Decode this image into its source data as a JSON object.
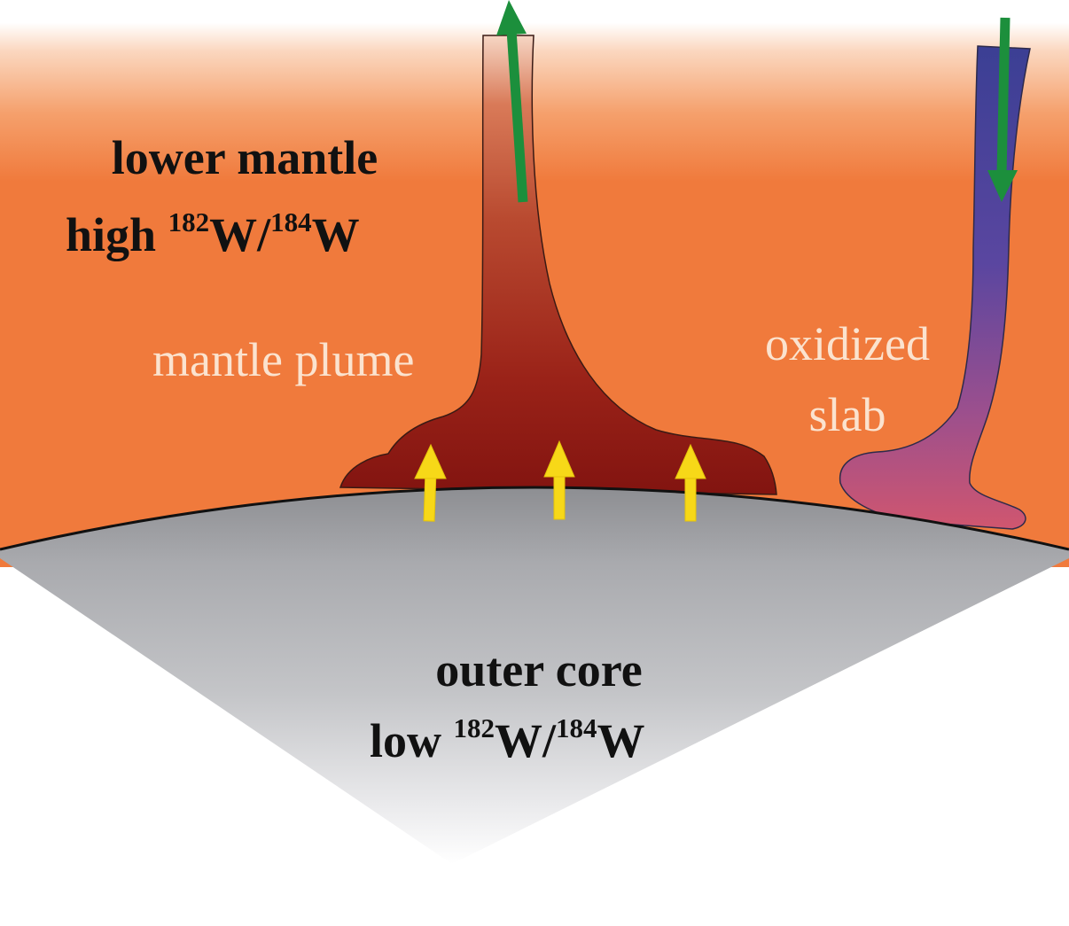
{
  "diagram": {
    "mantle": {
      "label_line1": "lower mantle",
      "label_prefix": "high ",
      "iso_a": "182",
      "iso_sep": "W/",
      "iso_b": "184",
      "iso_end": "W"
    },
    "core": {
      "label_line1": "outer core",
      "label_prefix": "low ",
      "iso_a": "182",
      "iso_sep": "W/",
      "iso_b": "184",
      "iso_end": "W"
    },
    "plume_label": "mantle plume",
    "slab_label_line1": "oxidized",
    "slab_label_line2": "slab"
  },
  "colors": {
    "mantle": "#f07a3c",
    "plume_dark": "#8e1a14",
    "slab_top": "#4a3f96",
    "slab_bottom": "#c8547a",
    "core": "#a8a9ad",
    "arrow_green": "#1c8f3c",
    "arrow_yellow": "#f7d818"
  },
  "icons": {
    "upwelling": "arrow-up-icon",
    "flow_up": "arrow-up-icon",
    "flow_down": "arrow-down-icon"
  }
}
